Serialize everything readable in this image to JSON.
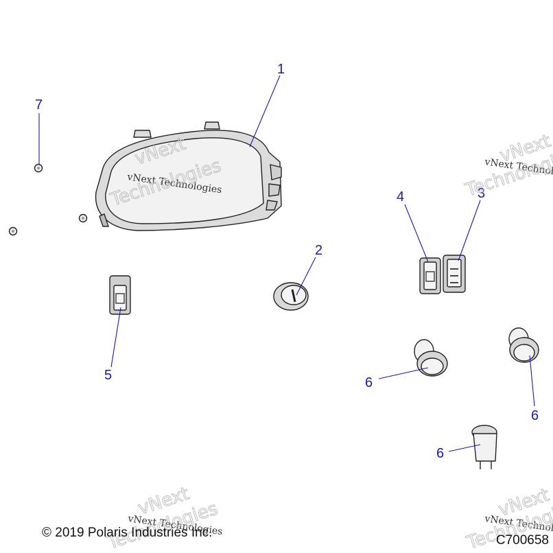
{
  "callouts": {
    "c1": "1",
    "c2": "2",
    "c3": "3",
    "c4": "4",
    "c5": "5",
    "c6a": "6",
    "c6b": "6",
    "c6c": "6",
    "c7": "7"
  },
  "watermark": {
    "line_small": "vNext Technologies",
    "line_big_1": "vNext",
    "line_big_2": "Technologies"
  },
  "footer": {
    "copyright": "© 2019 Polaris Industries Inc.",
    "figure_id": "C700658"
  },
  "colors": {
    "callout": "#1a1aa8",
    "part_stroke": "#222222",
    "part_fill": "#eeeeee"
  }
}
